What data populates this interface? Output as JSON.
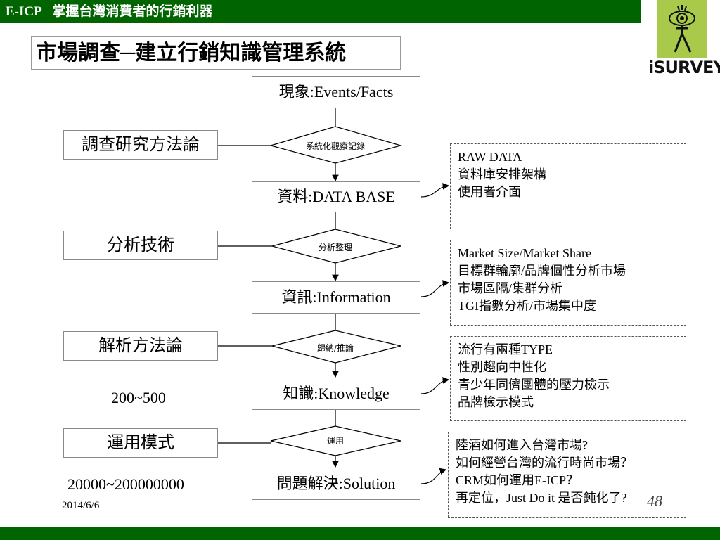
{
  "header": {
    "brand": "E-ICP",
    "tagline": "掌握台灣消費者的行銷利器"
  },
  "logo": {
    "text": "iSURVEY",
    "icon": "eye-figure-icon"
  },
  "title": "市場調查─建立行銷知識管理系統",
  "flow": {
    "nodes": [
      "現象:Events/Facts",
      "資料:DATA BASE",
      "資訊:Information",
      "知識:Knowledge",
      "問題解決:Solution"
    ],
    "steps": [
      "系統化觀察記錄",
      "分析整理",
      "歸納/推論",
      "運用"
    ]
  },
  "left_labels": [
    "調查研究方法論",
    "分析技術",
    "解析方法論",
    "運用模式"
  ],
  "ranges": [
    "200~500",
    "20000~200000000"
  ],
  "notes": [
    [
      "RAW DATA",
      "資料庫安排架構",
      "使用者介面"
    ],
    [
      "Market Size/Market Share",
      "目標群輪廓/品牌個性分析市場",
      "市場區隔/集群分析",
      "TGI指數分析/市場集中度"
    ],
    [
      "流行有兩種TYPE",
      "性別趨向中性化",
      "青少年同儕團體的壓力檢示",
      "品牌檢示模式"
    ],
    [
      "陸酒如何進入台灣市場?",
      "如何經營台灣的流行時尚市場？",
      "CRM如何運用E-ICP？",
      "再定位，Just Do it 是否鈍化了?"
    ]
  ],
  "footer": {
    "date": "2014/6/6",
    "page": "48"
  },
  "colors": {
    "bar": "#006400",
    "logo_bg": "#a8c94a"
  }
}
